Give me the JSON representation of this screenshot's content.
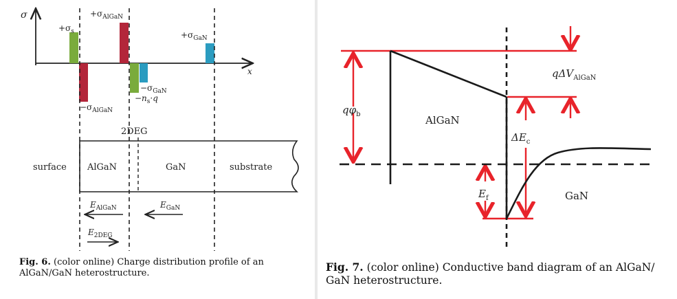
{
  "fig6": {
    "axis_y_label": "σ",
    "axis_x_label": "x",
    "charges": {
      "sigma_s_pos": "+σ",
      "sigma_s_pos_sub": "s",
      "sigma_algan_pos": "+σ",
      "sigma_algan_pos_sub": "AlGaN",
      "sigma_gan_pos": "+σ",
      "sigma_gan_pos_sub": "GaN",
      "sigma_algan_neg": "−σ",
      "sigma_algan_neg_sub": "AlGaN",
      "sigma_gan_neg": "−σ",
      "sigma_gan_neg_sub": "GaN",
      "ns_q": "−n",
      "ns_q_sub": "s",
      "ns_q_tail": "·q"
    },
    "regions": {
      "twodeg": "2DEG",
      "surface": "surface",
      "algan": "AlGaN",
      "gan": "GaN",
      "substrate": "substrate"
    },
    "fields": {
      "e_algan": "E",
      "e_algan_sub": "AlGaN",
      "e_gan": "E",
      "e_gan_sub": "GaN",
      "e_2deg": "E",
      "e_2deg_sub": "2DEG"
    },
    "colors": {
      "green": "#7aab3c",
      "red": "#b3263a",
      "blue": "#2b9cc0"
    },
    "caption_label": "Fig. 6.",
    "caption_text": " (color online) Charge distribution profile of an AlGaN/GaN heterostructure."
  },
  "fig7": {
    "labels": {
      "q_delta_v": "qΔV",
      "q_delta_v_sub": "AlGaN",
      "q_phi": "qφ",
      "q_phi_sub": "b",
      "algan": "AlGaN",
      "delta_ec": "ΔE",
      "delta_ec_sub": "c",
      "ef": "E",
      "ef_sub": "f",
      "gan": "GaN"
    },
    "colors": {
      "red": "#e8232a",
      "black": "#1a1a1a"
    },
    "caption_label": "Fig. 7.",
    "caption_text": " (color online) Conductive band diagram of an AlGaN/ GaN heterostructure."
  }
}
